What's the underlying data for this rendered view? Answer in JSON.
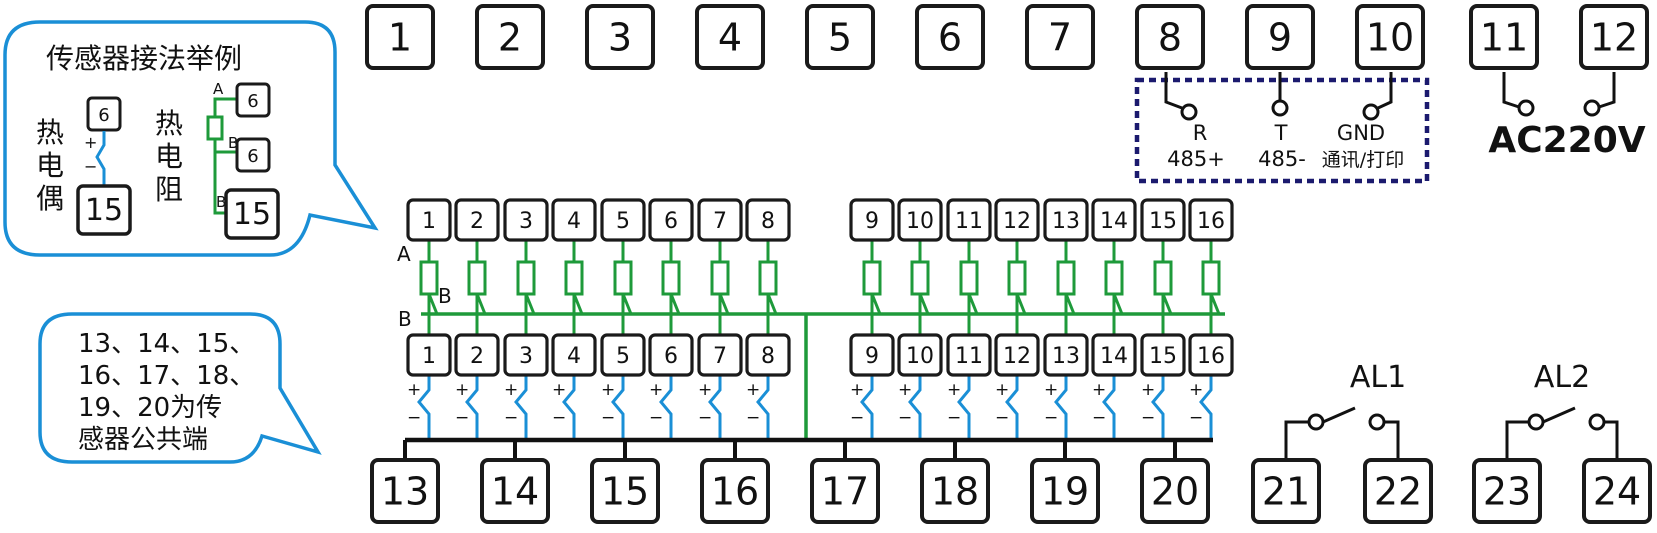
{
  "top_terminals": [
    "1",
    "2",
    "3",
    "4",
    "5",
    "6",
    "7",
    "8",
    "9",
    "10",
    "11",
    "12"
  ],
  "bottom_terminals": [
    "13",
    "14",
    "15",
    "16",
    "17",
    "18",
    "19",
    "20",
    "21",
    "22",
    "23",
    "24"
  ],
  "sensor_top_row": [
    "1",
    "2",
    "3",
    "4",
    "5",
    "6",
    "7",
    "8",
    "9",
    "10",
    "11",
    "12",
    "13",
    "14",
    "15",
    "16"
  ],
  "sensor_bottom_row": [
    "1",
    "2",
    "3",
    "4",
    "5",
    "6",
    "7",
    "8",
    "9",
    "10",
    "11",
    "12",
    "13",
    "14",
    "15",
    "16"
  ],
  "comm": {
    "pin1_letter": "R",
    "pin1_label": "485+",
    "pin2_letter": "T",
    "pin2_label": "485-",
    "pin3_letter": "GND",
    "pin3_label": "通讯/打印"
  },
  "power_label": "AC220V",
  "alarms": [
    "AL1",
    "AL2"
  ],
  "sensor_example": {
    "title": "传感器接法举例",
    "thermocouple_chars": [
      "热",
      "电",
      "偶"
    ],
    "rtd_chars": [
      "热",
      "电",
      "阻"
    ],
    "tc_small_terminal": "6",
    "tc_big_terminal": "15",
    "rtd_terminal_a": "6",
    "rtd_terminal_b": "6",
    "rtd_big_terminal": "15",
    "lead_a": "A",
    "lead_b": "B",
    "plus": "+",
    "minus": "−"
  },
  "common_note": [
    "13、14、15、",
    "16、17、18、",
    "19、20为传",
    "感器公共端"
  ],
  "labels": {
    "a": "A",
    "b": "B",
    "plus": "+",
    "minus": "−"
  },
  "colors": {
    "rtd_wire": "#1e9a3a",
    "thermocouple_wire": "#1a8fd6",
    "bus": "#111111",
    "callout": "#1a8fd6",
    "comm_box": "#1b1a6e"
  }
}
